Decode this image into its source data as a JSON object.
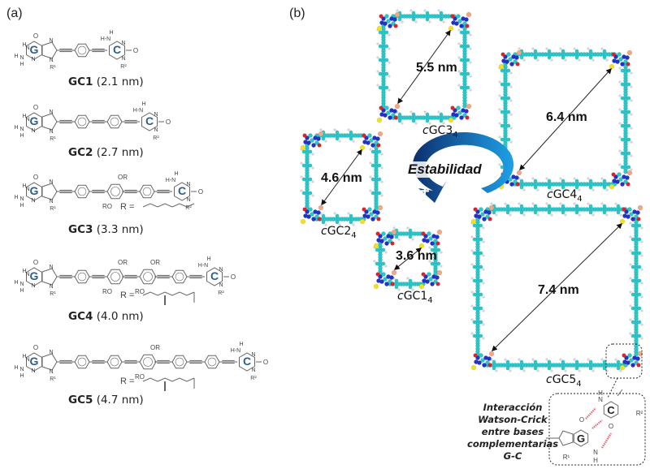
{
  "panels": {
    "a": {
      "label": "(a)"
    },
    "b": {
      "label": "(b)"
    }
  },
  "molecules": [
    {
      "name": "GC1",
      "length": "(2.1 nm)",
      "r_label": ""
    },
    {
      "name": "GC2",
      "length": "(2.7 nm)",
      "r_label": ""
    },
    {
      "name": "GC3",
      "length": "(3.3 nm)",
      "r_label": "R ="
    },
    {
      "name": "GC4",
      "length": "(4.0 nm)",
      "r_label": "R ="
    },
    {
      "name": "GC5",
      "length": "(4.7 nm)",
      "r_label": "R ="
    }
  ],
  "atoms": {
    "guanine_letter": "G",
    "cytosine_letter": "C",
    "r1": "R¹",
    "r2": "R²",
    "h": "H",
    "n": "N",
    "o": "O",
    "or": "OR",
    "ro": "RO",
    "hn": "H-N"
  },
  "macrocycles": [
    {
      "prefix": "c",
      "name": "GC3",
      "sub": "4",
      "dimension": "5.5 nm"
    },
    {
      "prefix": "c",
      "name": "GC4",
      "sub": "4",
      "dimension": "6.4 nm"
    },
    {
      "prefix": "c",
      "name": "GC2",
      "sub": "4",
      "dimension": "4.6 nm"
    },
    {
      "prefix": "c",
      "name": "GC1",
      "sub": "4",
      "dimension": "3.6 nm"
    },
    {
      "prefix": "c",
      "name": "GC5",
      "sub": "4",
      "dimension": "7.4 nm"
    }
  ],
  "stability_arrow": {
    "label": "Estabilidad",
    "plus": "+",
    "minus": "-",
    "color_dark": "#0d2f6e",
    "color_light": "#1ea0e6"
  },
  "watson_crick": {
    "lines": [
      "Interacción",
      "Watson-Crick",
      "entre bases",
      "complementarias",
      "G-C"
    ]
  },
  "colors": {
    "carbon": "#2ec7c9",
    "nitrogen": "#2233c8",
    "oxygen": "#e0202a",
    "hydrogen": "#d8d8d8",
    "sulfur_marker": "#f2e021",
    "peach_marker": "#f0a884",
    "base_letter": "#2e5f8a",
    "bond": "#666666"
  }
}
